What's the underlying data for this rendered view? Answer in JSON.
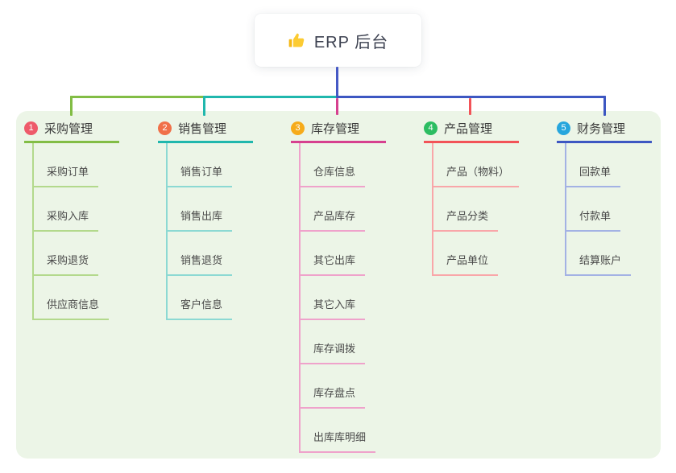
{
  "root": {
    "icon": "thumbs-up-icon",
    "label": "ERP 后台"
  },
  "colors": {
    "panel_background": "#ecf5e7",
    "stem": "#4659c5"
  },
  "branches": [
    {
      "index": "1",
      "label": "采购管理",
      "badge_color": "#ee5a6a",
      "line_color": "#82bd45",
      "child_line_color": "#b3d98c",
      "children": [
        "采购订单",
        "采购入库",
        "采购退货",
        "供应商信息"
      ]
    },
    {
      "index": "2",
      "label": "销售管理",
      "badge_color": "#f07048",
      "line_color": "#20b7ad",
      "child_line_color": "#8cd9d3",
      "children": [
        "销售订单",
        "销售出库",
        "销售退货",
        "客户信息"
      ]
    },
    {
      "index": "3",
      "label": "库存管理",
      "badge_color": "#f6ab1a",
      "line_color": "#d6408f",
      "child_line_color": "#efa2cb",
      "children": [
        "仓库信息",
        "产品库存",
        "其它出库",
        "其它入库",
        "库存调拨",
        "库存盘点",
        "出库库明细"
      ]
    },
    {
      "index": "4",
      "label": "产品管理",
      "badge_color": "#2cbd62",
      "line_color": "#f25358",
      "child_line_color": "#f9a6a9",
      "children": [
        "产品（物料）",
        "产品分类",
        "产品单位"
      ]
    },
    {
      "index": "5",
      "label": "财务管理",
      "badge_color": "#27a6dd",
      "line_color": "#3d57c2",
      "child_line_color": "#a3b2e4",
      "children": [
        "回款单",
        "付款单",
        "结算账户"
      ]
    }
  ]
}
